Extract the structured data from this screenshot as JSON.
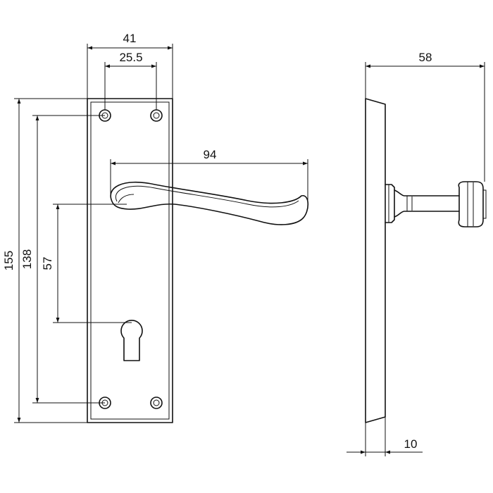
{
  "dimensions": {
    "plate_width": "41",
    "hole_spacing_h": "25.5",
    "handle_length": "94",
    "total_projection": "58",
    "plate_height": "155",
    "hole_spacing_v": "138",
    "handle_to_keyhole": "57",
    "plate_thickness": "10"
  },
  "colors": {
    "line": "#111111",
    "background": "#ffffff"
  }
}
